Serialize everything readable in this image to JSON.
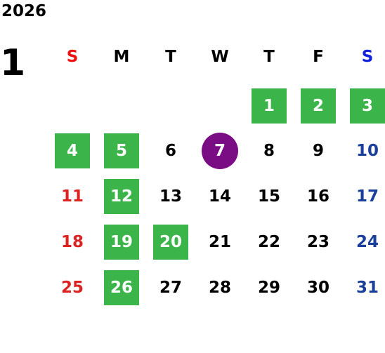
{
  "calendar": {
    "year": "2026",
    "month": "1",
    "weekdays": [
      {
        "label": "S",
        "color": "#ee1111"
      },
      {
        "label": "M",
        "color": "#000000"
      },
      {
        "label": "T",
        "color": "#000000"
      },
      {
        "label": "W",
        "color": "#000000"
      },
      {
        "label": "T",
        "color": "#000000"
      },
      {
        "label": "F",
        "color": "#000000"
      },
      {
        "label": "S",
        "color": "#1122dd"
      }
    ],
    "colors": {
      "holiday_bg": "#3bb54a",
      "today_bg": "#7a0d84",
      "sunday": "#dd2222",
      "saturday": "#1a3f9a",
      "weekday": "#000000"
    },
    "days": [
      {
        "label": "1",
        "kind": "holiday"
      },
      {
        "label": "2",
        "kind": "holiday"
      },
      {
        "label": "3",
        "kind": "holiday"
      },
      {
        "label": "4",
        "kind": "holiday"
      },
      {
        "label": "5",
        "kind": "holiday"
      },
      {
        "label": "6",
        "kind": "plain"
      },
      {
        "label": "7",
        "kind": "today"
      },
      {
        "label": "8",
        "kind": "plain"
      },
      {
        "label": "9",
        "kind": "plain"
      },
      {
        "label": "10",
        "kind": "sat"
      },
      {
        "label": "11",
        "kind": "sun"
      },
      {
        "label": "12",
        "kind": "holiday"
      },
      {
        "label": "13",
        "kind": "plain"
      },
      {
        "label": "14",
        "kind": "plain"
      },
      {
        "label": "15",
        "kind": "plain"
      },
      {
        "label": "16",
        "kind": "plain"
      },
      {
        "label": "17",
        "kind": "sat"
      },
      {
        "label": "18",
        "kind": "sun"
      },
      {
        "label": "19",
        "kind": "holiday"
      },
      {
        "label": "20",
        "kind": "holiday"
      },
      {
        "label": "21",
        "kind": "plain"
      },
      {
        "label": "22",
        "kind": "plain"
      },
      {
        "label": "23",
        "kind": "plain"
      },
      {
        "label": "24",
        "kind": "sat"
      },
      {
        "label": "25",
        "kind": "sun"
      },
      {
        "label": "26",
        "kind": "holiday"
      },
      {
        "label": "27",
        "kind": "plain"
      },
      {
        "label": "28",
        "kind": "plain"
      },
      {
        "label": "29",
        "kind": "plain"
      },
      {
        "label": "30",
        "kind": "plain"
      },
      {
        "label": "31",
        "kind": "sat"
      }
    ]
  }
}
